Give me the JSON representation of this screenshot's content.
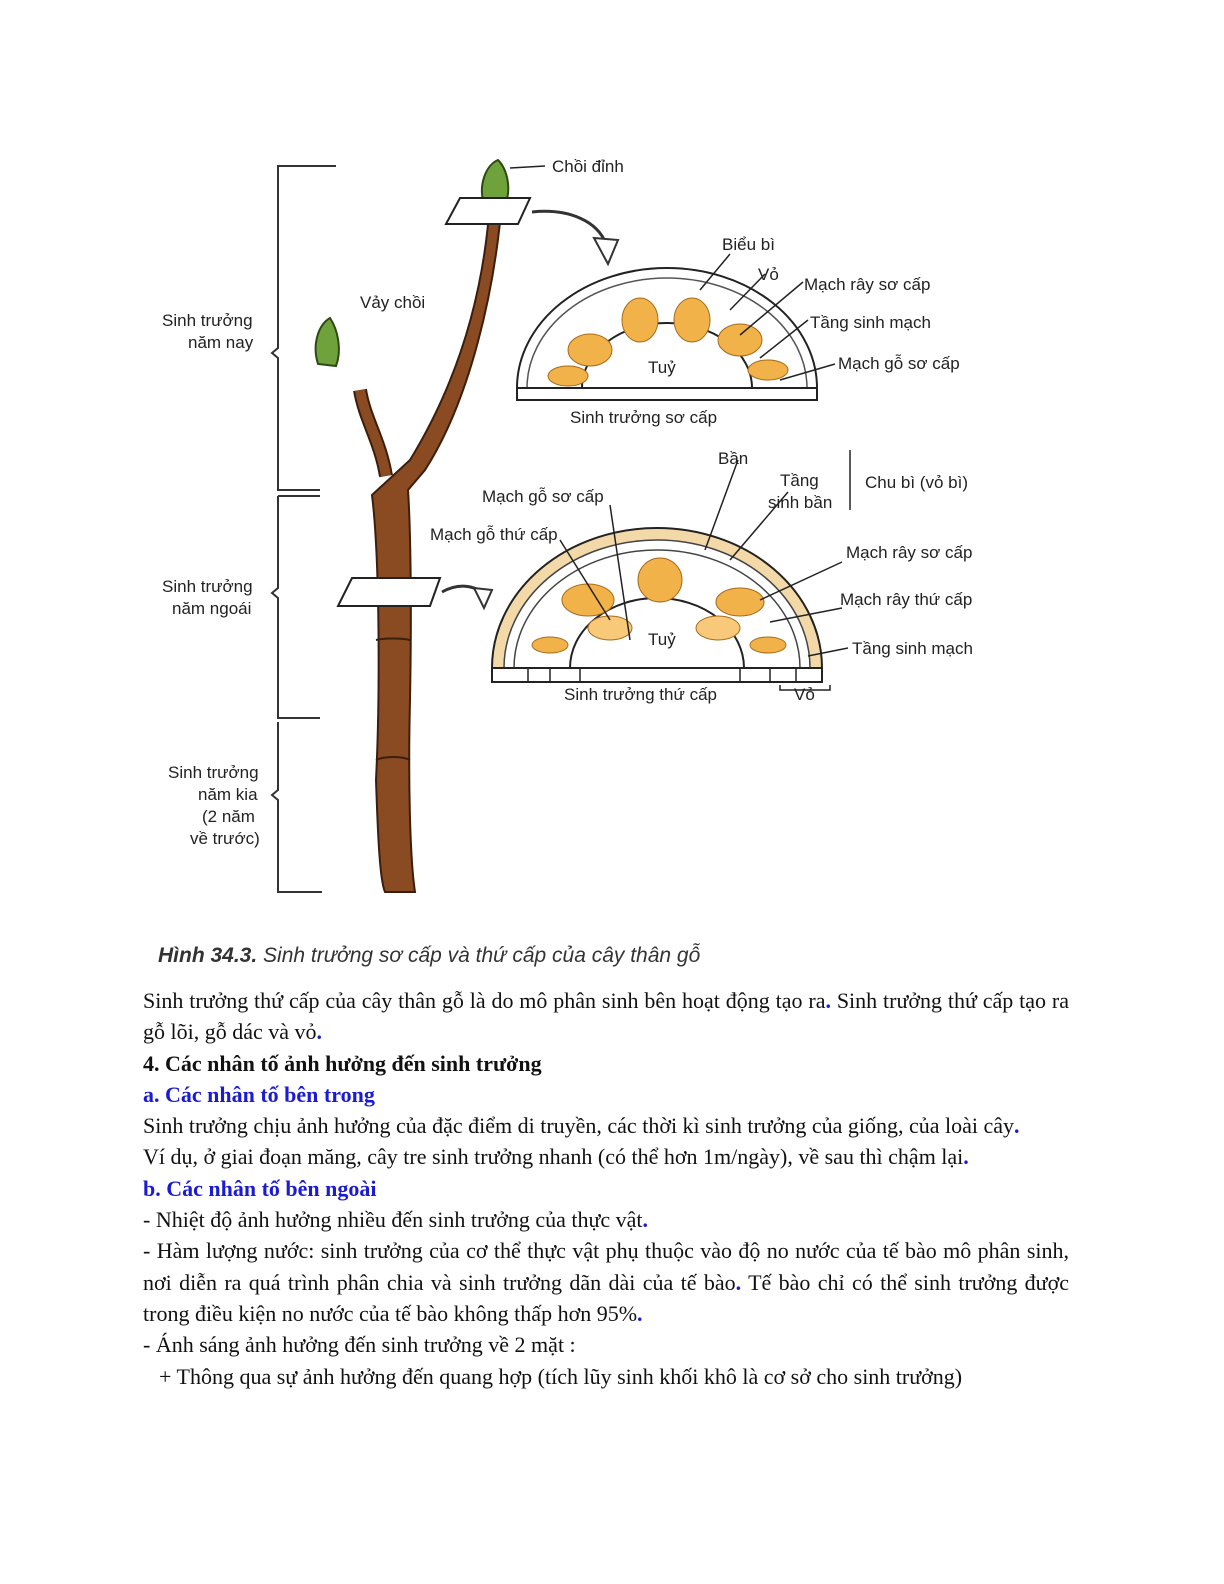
{
  "figure": {
    "labels": {
      "choi_dinh": "Chồi đỉnh",
      "vay_choi": "Vảy chồi",
      "sinh_truong_nam_nay": [
        "Sinh trưởng",
        "năm nay"
      ],
      "sinh_truong_nam_ngoai": [
        "Sinh trưởng",
        "năm ngoái"
      ],
      "sinh_truong_nam_kia": [
        "Sinh trưởng",
        "năm kia",
        "(2 năm",
        "về trước)"
      ],
      "bieu_bi": "Biểu bì",
      "vo": "Vỏ",
      "mach_ray_so_cap": "Mạch rây sơ cấp",
      "tang_sinh_mach": "Tầng sinh mạch",
      "mach_go_so_cap": "Mạch gỗ sơ cấp",
      "tuy": "Tuỷ",
      "sinh_truong_so_cap": "Sinh trưởng sơ cấp",
      "ban": "Bần",
      "tang_sinh_ban": [
        "Tầng",
        "sinh bần"
      ],
      "chu_bi": "Chu bì (vỏ bì)",
      "mach_go_so_cap_2": "Mạch gỗ sơ cấp",
      "mach_go_thu_cap": "Mạch gỗ thứ cấp",
      "mach_ray_so_cap_2": "Mạch rây sơ cấp",
      "mach_ray_thu_cap": "Mạch rây thứ cấp",
      "tang_sinh_mach_2": "Tầng sinh mạch",
      "tuy_2": "Tuỷ",
      "sinh_truong_thu_cap": "Sinh trưởng thứ cấp",
      "vo_2": "Vỏ"
    },
    "caption_num": "Hình 34.3.",
    "caption_text": " Sinh trưởng sơ cấp và thứ cấp của cây thân gỗ"
  },
  "text": {
    "p1a": "Sinh trưởng thứ cấp của cây thân gỗ là do mô phân sinh bên hoạt động tạo ra",
    "p1b": " Sinh trưởng thứ cấp tạo ra gỗ lõi, gỗ dác và vỏ",
    "h4": "4. Các nhân tố ảnh hưởng đến sinh trưởng",
    "ha": "a. Các nhân tố bên trong",
    "p2": "Sinh trưởng chịu ảnh hưởng của đặc điểm di truyền, các thời kì sinh trưởng của giống, của loài cây",
    "p3": "Ví dụ, ở giai đoạn măng, cây tre sinh trưởng nhanh (có thể hơn 1m/ngày), về sau thì chậm lại",
    "hb": "b. Các nhân tố bên ngoài",
    "p4": "- Nhiệt độ ảnh hưởng nhiều đến sinh trưởng của thực vật",
    "p5a": "- Hàm lượng nước: sinh trưởng của cơ thể thực vật phụ thuộc vào độ no nước của tế bào mô phân sinh, nơi diễn ra quá trình phân chia và sinh trưởng dãn dài của tế bào",
    "p5b": " Tế bào chỉ có thể sinh trưởng được trong điều kiện no nước của tế bào không thấp hơn 95%",
    "p6": "- Ánh sáng ảnh hưởng đến sinh trưởng về 2 mặt :",
    "p7": "+ Thông qua sự ảnh hưởng đến quang hợp (tích lũy sinh khối khô là cơ sở cho sinh trưởng)",
    "dot": "."
  }
}
